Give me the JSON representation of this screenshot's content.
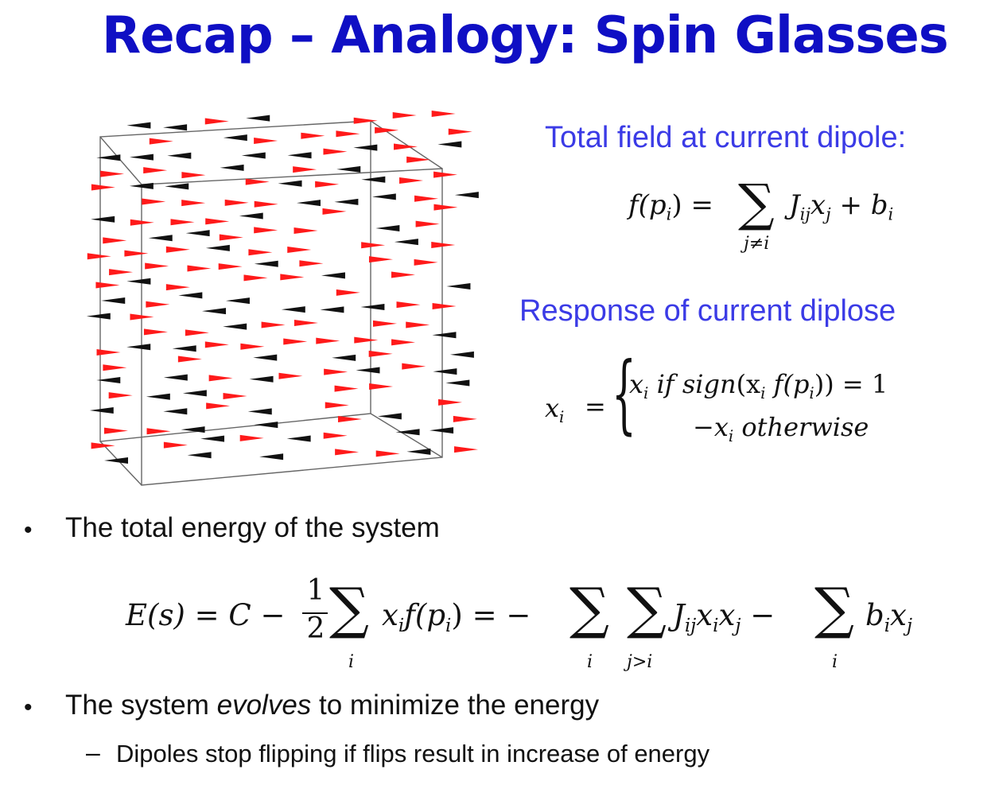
{
  "slide": {
    "title": "Recap – Analogy: Spin Glasses"
  },
  "right_panel": {
    "heading1": "Total field at current dipole:",
    "heading2": "Response of current diplose"
  },
  "equations": {
    "field": {
      "lhs": "f(p",
      "lhs_sub": "i",
      "lhs_close": ") =",
      "sigma": "∑",
      "sigma_limit": "j≠i",
      "term_J": "J",
      "term_J_sub": "ij",
      "term_x": "x",
      "term_x_sub": "j",
      "plus_b": "+ b",
      "b_sub": "i"
    },
    "response": {
      "lhs": "x",
      "lhs_sub": "i",
      "eq": "=",
      "case1_x": "x",
      "case1_sub": "i",
      "case1_text": "if sign",
      "case1_open": "(x",
      "case1_open_sub": "i",
      "case1_f": "f(p",
      "case1_f_sub": "i",
      "case1_end": ")) = 1",
      "case2_x": "−x",
      "case2_sub": "i",
      "case2_text": "otherwise"
    },
    "energy": {
      "lhs": "E(s) = C −",
      "frac_num": "1",
      "frac_den": "2",
      "sigma": "∑",
      "s1_limit": "i",
      "t1_x": "x",
      "t1_sub": "i",
      "t1_f": "f(p",
      "t1_f_sub": "i",
      "t1_close": ") = −",
      "s2_limit": "i",
      "s3_limit": "j>i",
      "t2_J": "J",
      "t2_J_sub": "ij",
      "t2_x1": "x",
      "t2_x1_sub": "i",
      "t2_x2": "x",
      "t2_x2_sub": "j",
      "t2_minus": "−",
      "s4_limit": "i",
      "t3_b": "b",
      "t3_b_sub": "i",
      "t3_x": "x",
      "t3_x_sub": "j"
    }
  },
  "bullets": {
    "b1": "The total energy of the system",
    "b2_pre": "The system ",
    "b2_em": "evolves",
    "b2_post": " to minimize the energy",
    "sub1": "Dipoles stop flipping if flips result in increase of energy",
    "bullet_glyph": "•",
    "dash_glyph": "–"
  },
  "figure": {
    "icon": "spin-glass-lattice-illustration",
    "colors": {
      "spin_up": "#ff1a1a",
      "spin_down": "#111111",
      "edges": "#666666"
    }
  },
  "colors": {
    "title": "#0f0fc4",
    "heading": "#3b3be6"
  }
}
